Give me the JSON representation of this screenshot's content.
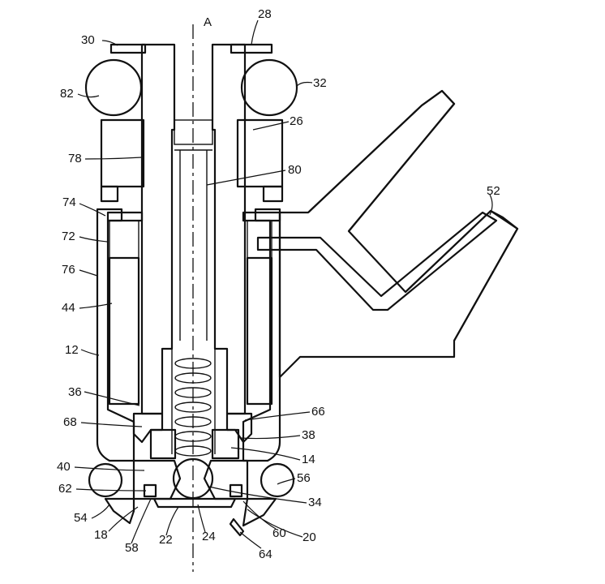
{
  "figure": {
    "axis_label": "A",
    "labels": {
      "l28": "28",
      "l30": "30",
      "l32": "32",
      "l82": "82",
      "l26": "26",
      "l78": "78",
      "l80": "80",
      "l74": "74",
      "l52": "52",
      "l72": "72",
      "l76": "76",
      "l44": "44",
      "l12": "12",
      "l36": "36",
      "l66": "66",
      "l68": "68",
      "l38": "38",
      "l14": "14",
      "l40": "40",
      "l56": "56",
      "l62": "62",
      "l34": "34",
      "l54": "54",
      "l18": "18",
      "l58": "58",
      "l22": "22",
      "l24": "24",
      "l60": "60",
      "l20": "20",
      "l64": "64"
    }
  }
}
